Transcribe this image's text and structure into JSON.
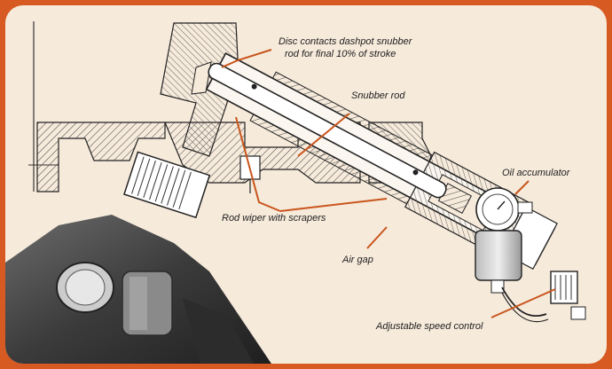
{
  "labels": {
    "disc_line1": "Disc contacts dashpot snubber",
    "disc_line2": "rod for final 10% of stroke",
    "snubber_rod": "Snubber rod",
    "oil_accumulator": "Oil accumulator",
    "rod_wiper": "Rod wiper with scrapers",
    "air_gap": "Air gap",
    "speed_control": "Adjustable speed control"
  },
  "colors": {
    "frame": "#d65a21",
    "panel": "#f6eadb",
    "leader": "#c9551c",
    "ink": "#1e1e1e"
  }
}
